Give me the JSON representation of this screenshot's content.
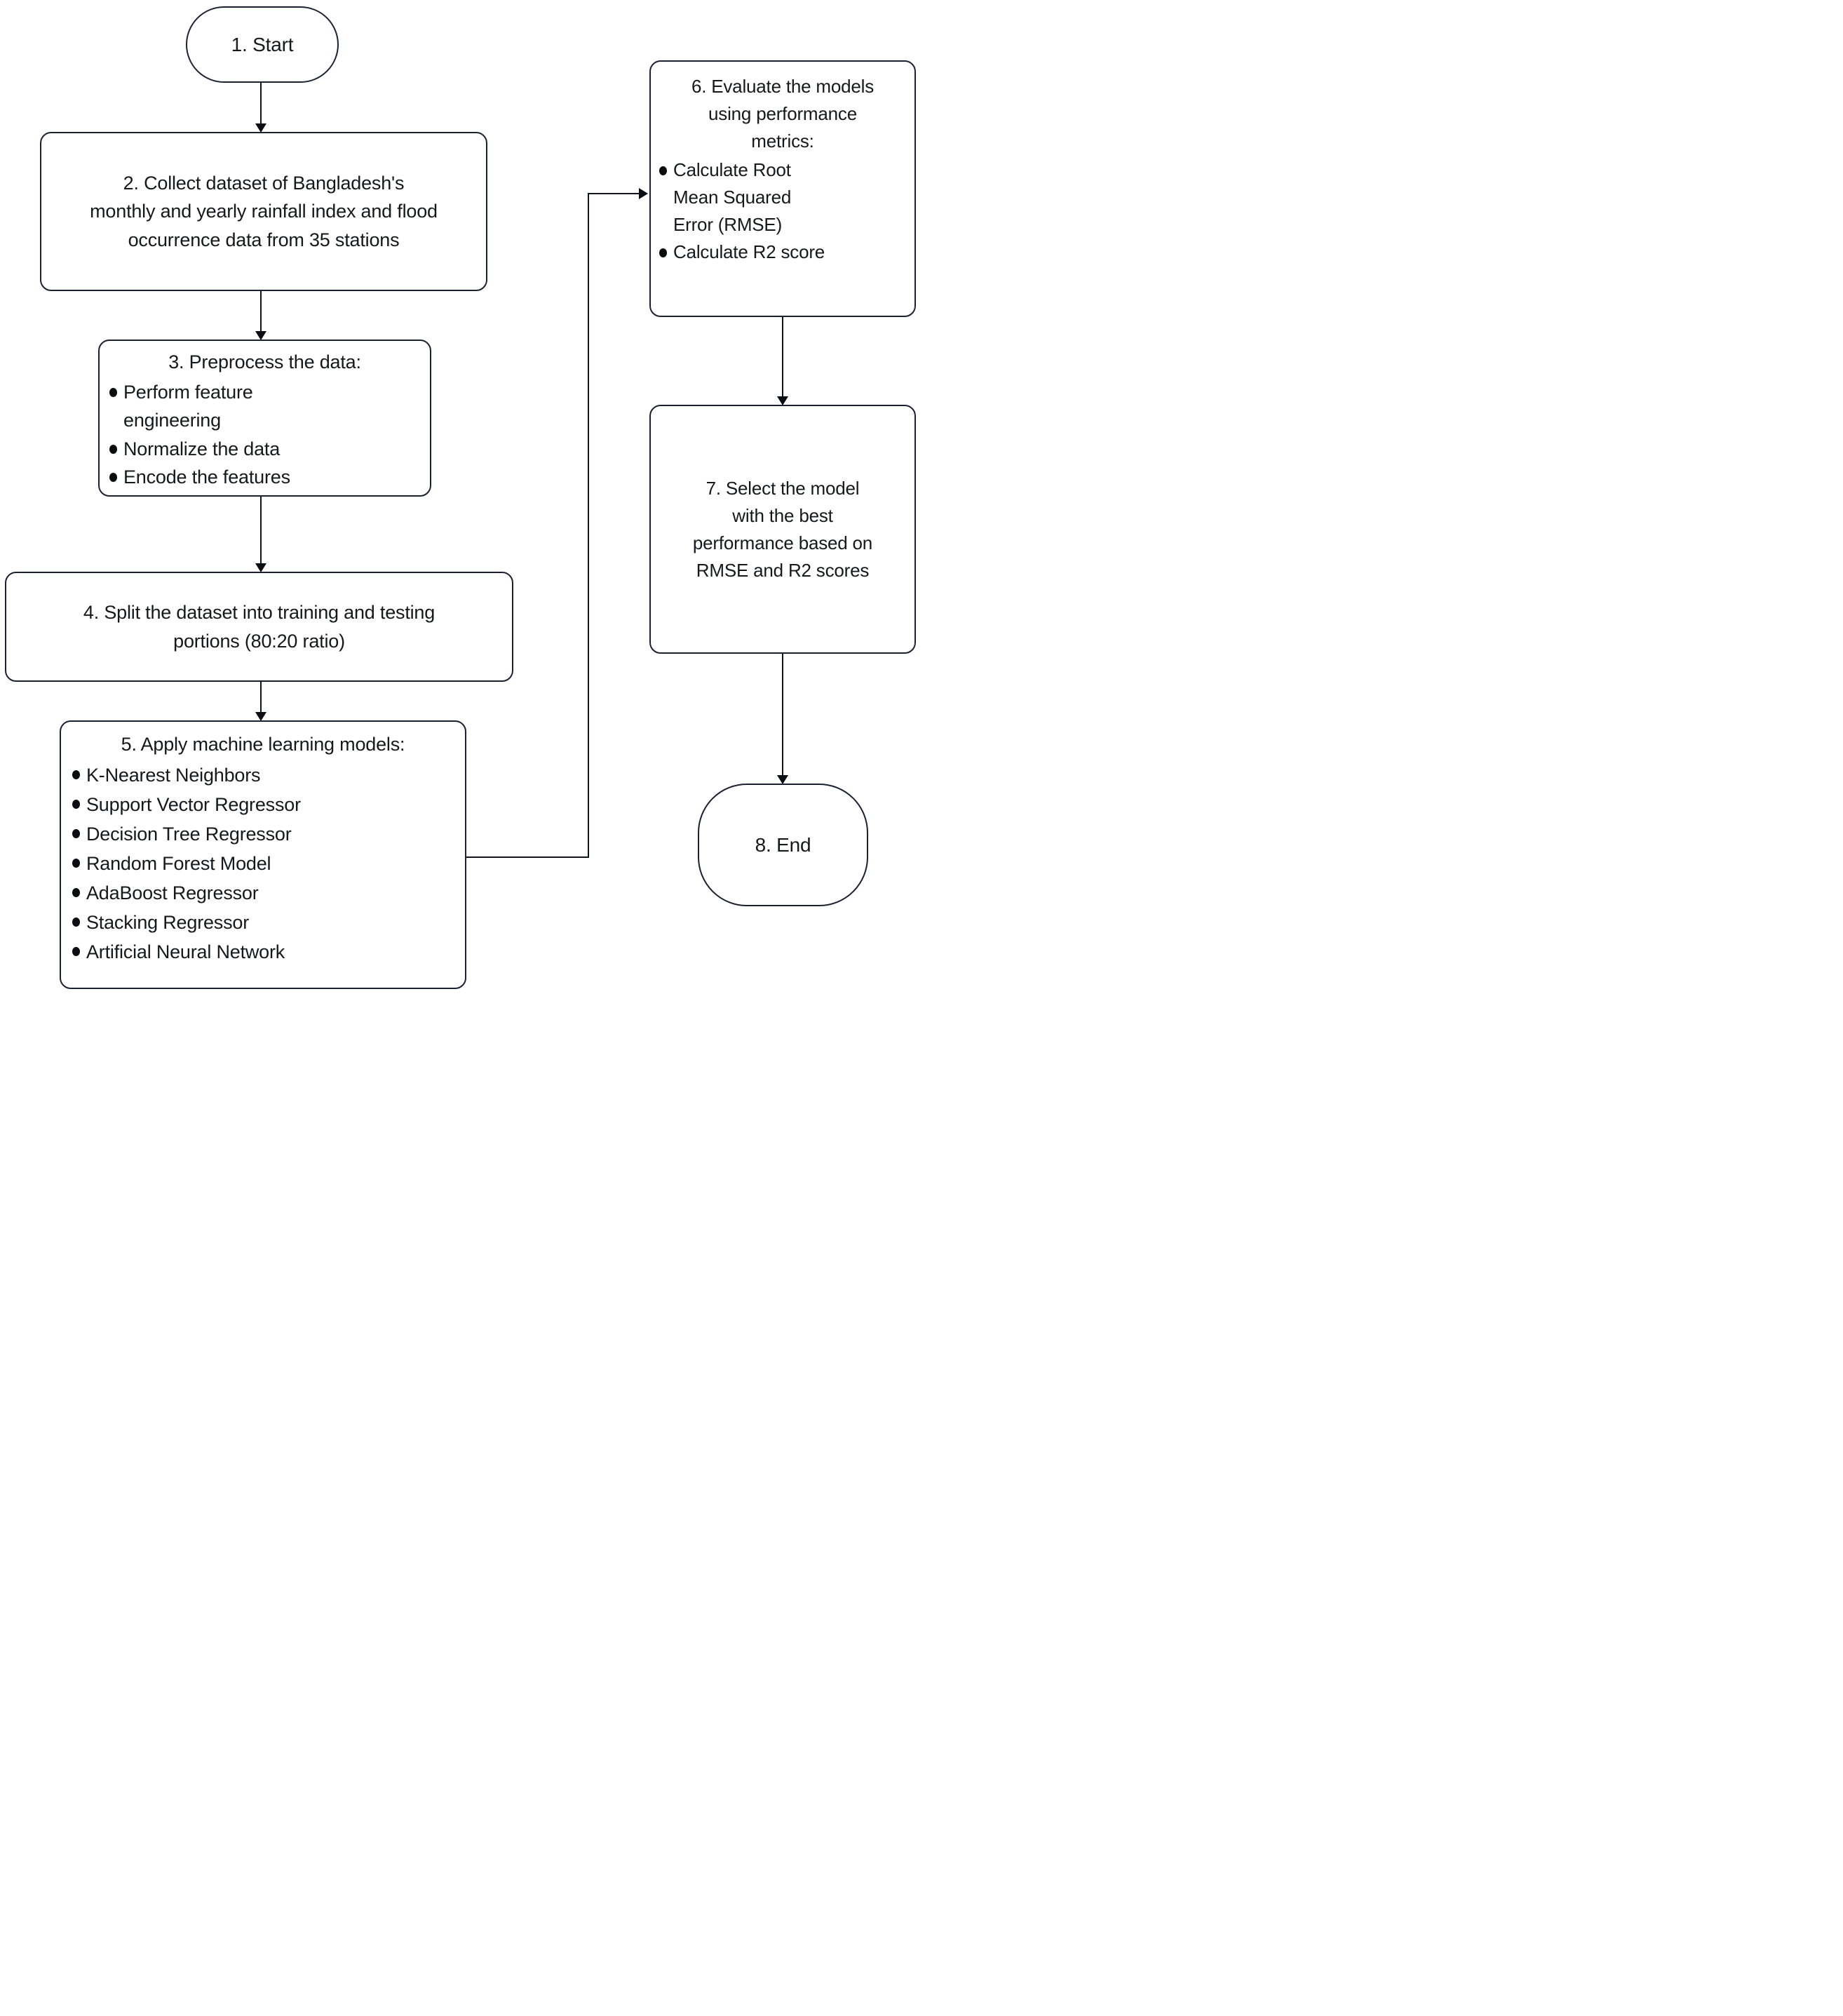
{
  "diagram": {
    "title": "Flood prediction machine learning workflow flowchart",
    "colors": {
      "border": "#1b2133",
      "connector": "#0c0e14",
      "text": "#17181d",
      "background": "#ffffff"
    },
    "nodes": {
      "start": {
        "label": "1. Start"
      },
      "collect": {
        "label": "2. Collect dataset of Bangladesh's\nmonthly and yearly rainfall index and flood\noccurrence data from 35 stations"
      },
      "preprocess": {
        "title": "3. Preprocess the data:",
        "bullets": [
          "Perform feature\nengineering",
          "Normalize the data",
          "Encode the features"
        ]
      },
      "split": {
        "label": "4. Split the dataset into training and testing\nportions (80:20 ratio)"
      },
      "apply": {
        "title": "5. Apply machine learning models:",
        "bullets": [
          "K-Nearest Neighbors",
          "Support Vector Regressor",
          "Decision Tree Regressor",
          "Random Forest Model",
          "AdaBoost Regressor",
          "Stacking Regressor",
          "Artificial Neural Network"
        ]
      },
      "evaluate": {
        "title": "6. Evaluate the models\nusing performance\nmetrics:",
        "bullets": [
          "Calculate Root\nMean Squared\nError (RMSE)",
          "Calculate R2 score"
        ]
      },
      "select": {
        "label": "7. Select the model\nwith the best\nperformance based on\nRMSE and R2 scores"
      },
      "end": {
        "label": "8. End"
      }
    }
  }
}
